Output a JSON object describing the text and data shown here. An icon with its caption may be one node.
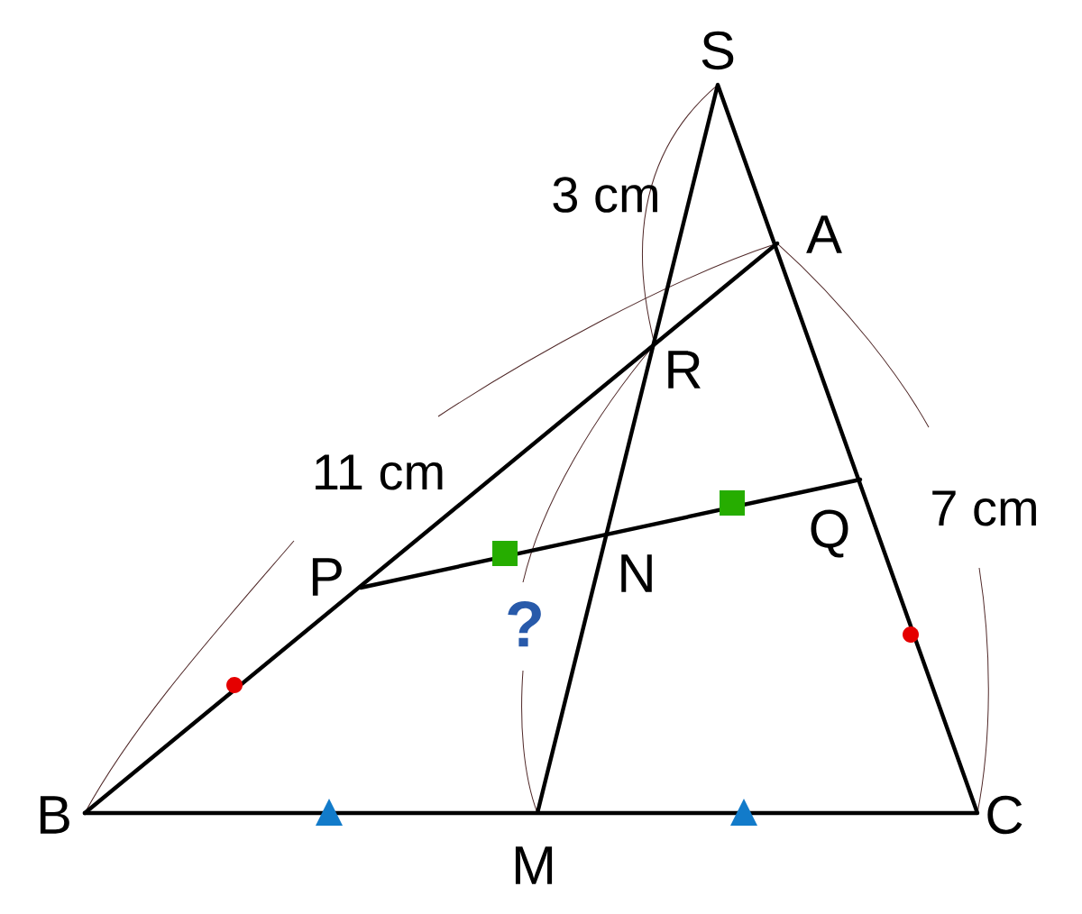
{
  "diagram": {
    "labels": [
      "S",
      "3 cm",
      "A",
      "R",
      "11 cm",
      "7 cm",
      "Q",
      "P",
      "N",
      "?",
      "B",
      "C",
      "M"
    ]
  }
}
